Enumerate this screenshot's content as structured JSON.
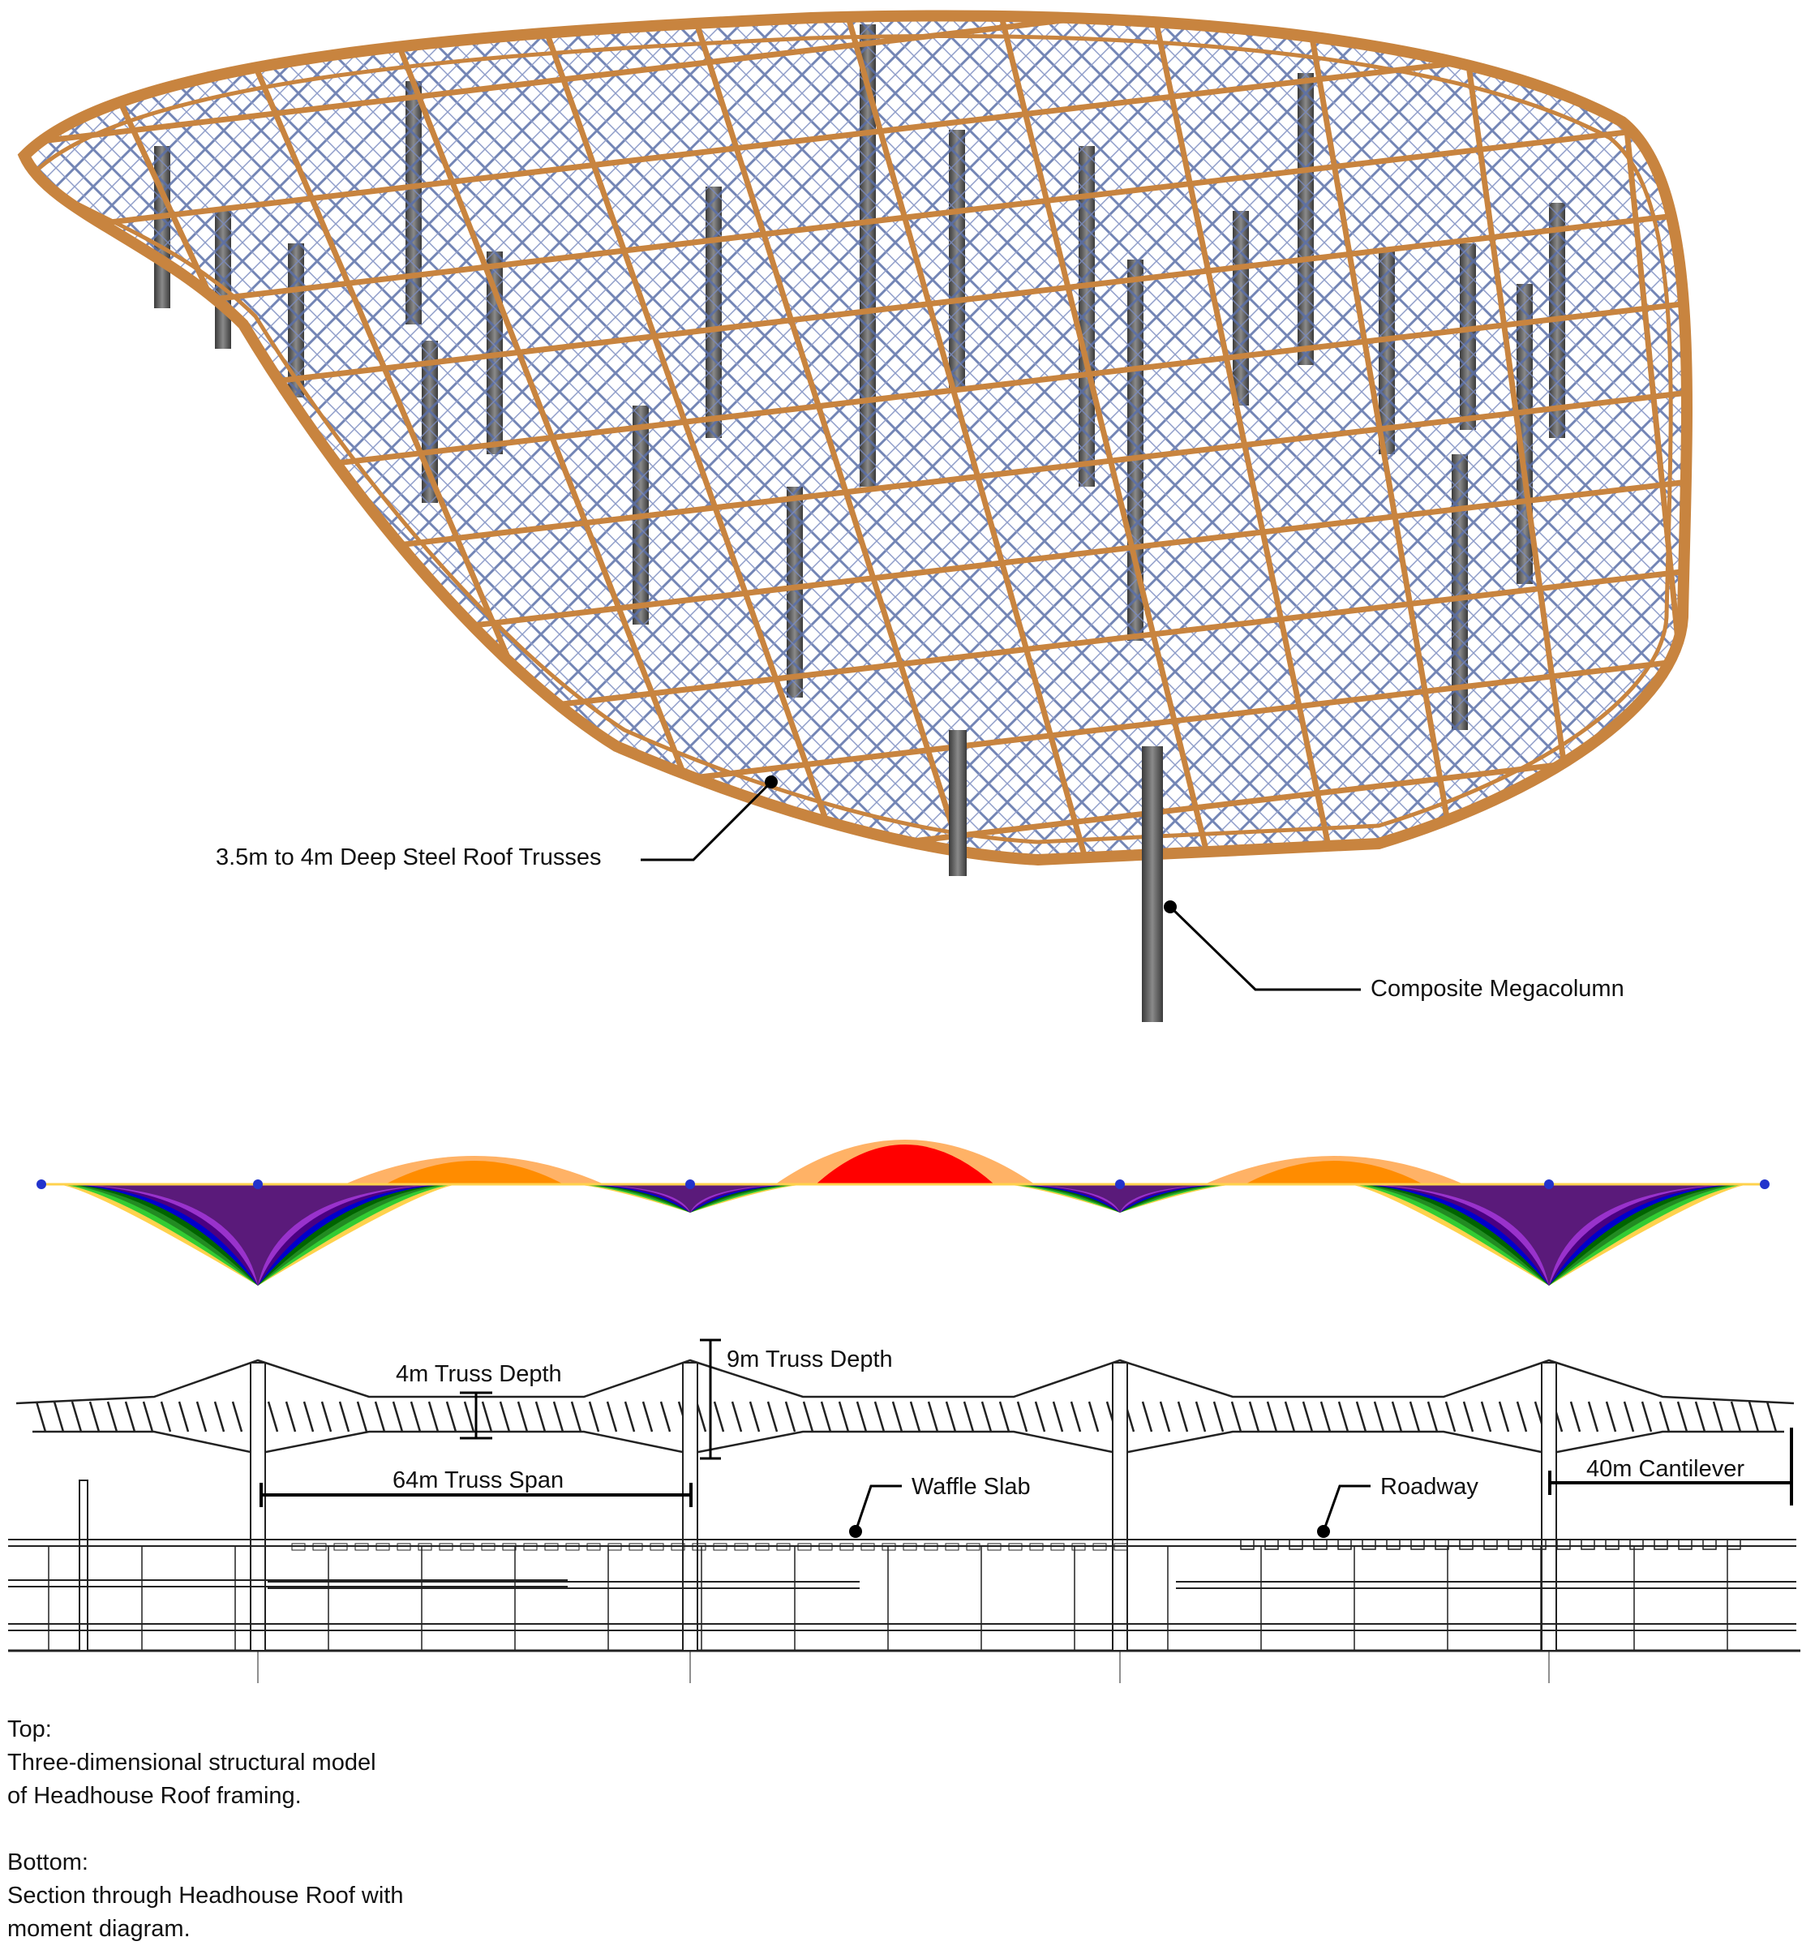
{
  "callouts": {
    "roof_trusses": "3.5m to 4m Deep Steel Roof Trusses",
    "megacolumn": "Composite Megacolumn",
    "truss_depth_4m": "4m Truss Depth",
    "truss_depth_9m": "9m Truss Depth",
    "truss_span": "64m Truss Span",
    "waffle_slab": "Waffle Slab",
    "roadway": "Roadway",
    "cantilever": "40m Cantilever"
  },
  "caption": {
    "top_heading": "Top:",
    "top_line1": "Three-dimensional structural model",
    "top_line2": "of Headhouse Roof framing.",
    "bottom_heading": "Bottom:",
    "bottom_line1": "Section through Headhouse Roof with",
    "bottom_line2": "moment diagram."
  },
  "colors": {
    "truss_orange": "#c8843f",
    "truss_blue": "#5a6fa8",
    "column_gray": "#5a5a5a",
    "moment_red": "#ff0000",
    "moment_orange": "#ff8c00",
    "moment_green": "#2e8b2e",
    "moment_blue": "#0000cc",
    "moment_purple": "#5a1a7a"
  }
}
